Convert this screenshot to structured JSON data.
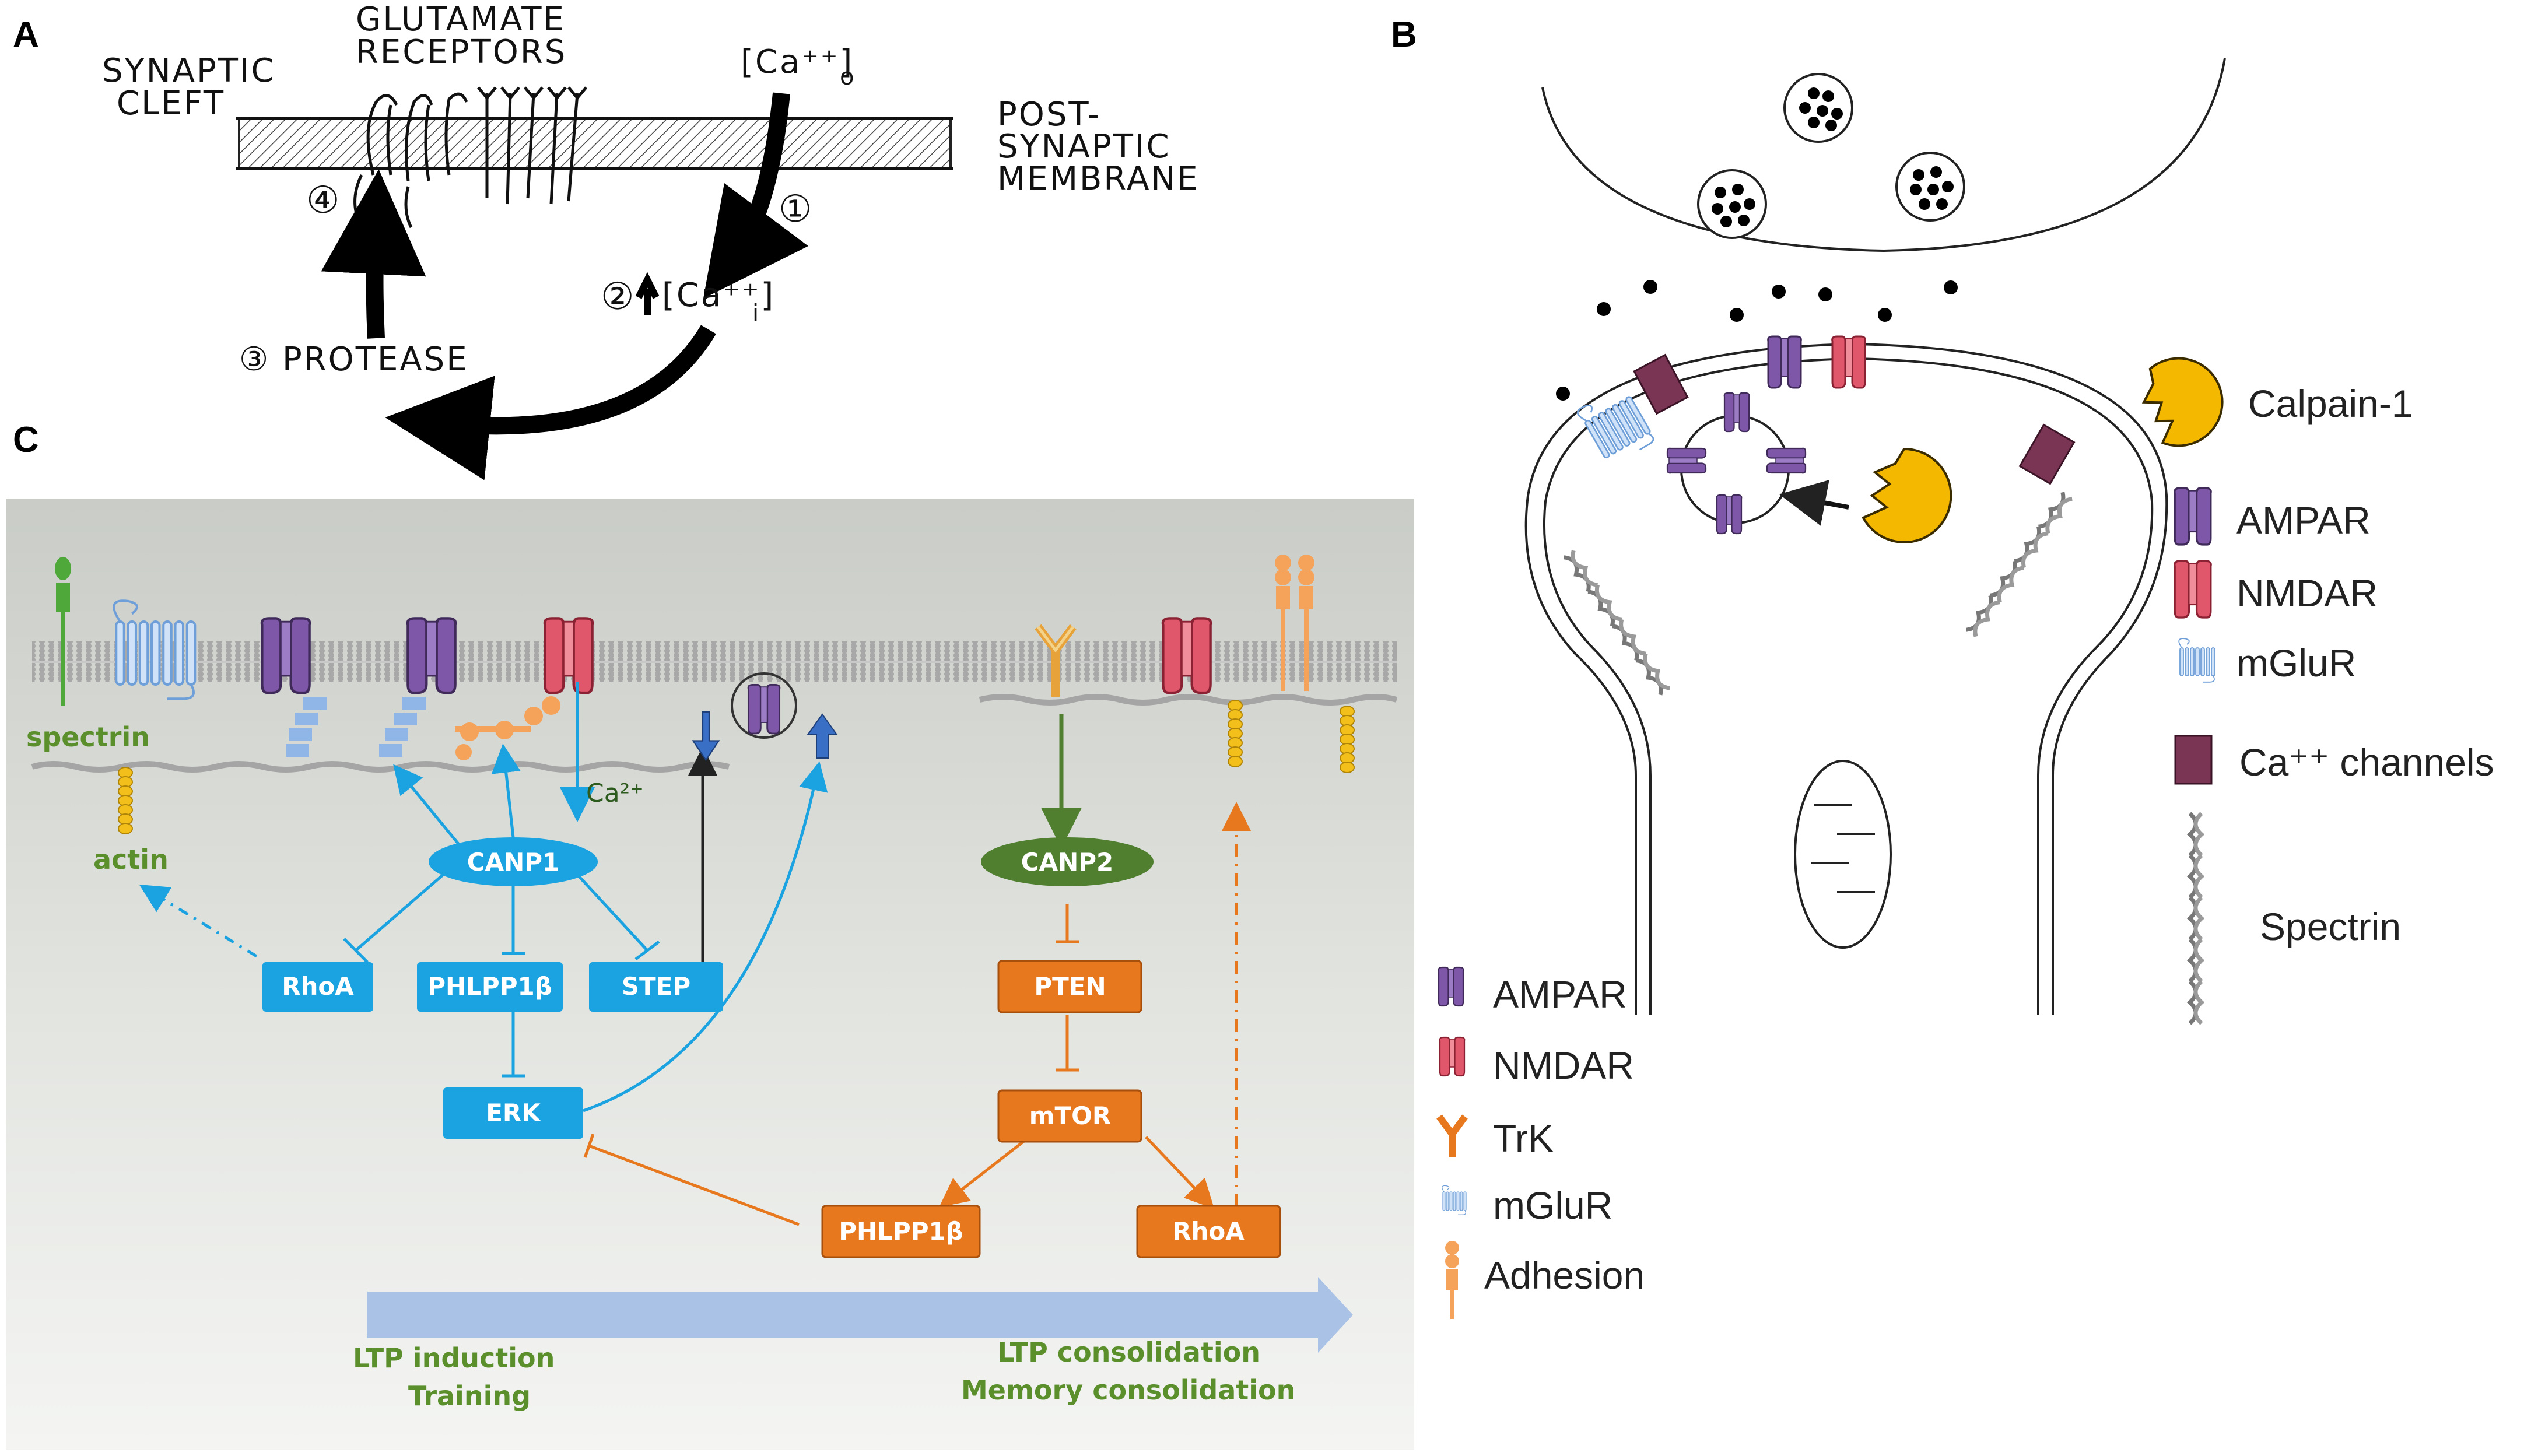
{
  "panels": {
    "a": "A",
    "b": "B",
    "c": "C"
  },
  "panel_a": {
    "glutamate_receptors": [
      "GLUTAMATE",
      "RECEPTORS"
    ],
    "synaptic_cleft": [
      "SYNAPTIC",
      "CLEFT"
    ],
    "ca_out": "[Ca⁺⁺]",
    "ca_out_sub": "o",
    "post_synaptic_membrane": [
      "POST-",
      "SYNAPTIC",
      "MEMBRANE"
    ],
    "step1": "①",
    "step2": "②",
    "ca_in": "[Ca⁺⁺]",
    "ca_in_sub": "i",
    "step3": "③ PROTEASE",
    "step4": "④"
  },
  "panel_b": {
    "legend": [
      "Calpain-1",
      "AMPAR",
      "NMDAR",
      "mGluR",
      "Ca⁺⁺ channels",
      "Spectrin"
    ]
  },
  "panel_c": {
    "spectrin": "spectrin",
    "actin": "actin",
    "ca2": "Ca²⁺",
    "canp1": "CANP1",
    "canp2": "CANP2",
    "rhoa_blue": "RhoA",
    "phlpp_blue": "PHLPP1β",
    "step": "STEP",
    "erk": "ERK",
    "pten": "PTEN",
    "mtor": "mTOR",
    "phlpp_orange": "PHLPP1β",
    "rhoa_orange": "RhoA",
    "ltp_induction": "LTP induction",
    "training": "Training",
    "ltp_consolidation": "LTP consolidation",
    "memory_consolidation": "Memory consolidation"
  },
  "legend_c": [
    "AMPAR",
    "NMDAR",
    "TrK",
    "mGluR",
    "Adhesion"
  ],
  "colors": {
    "blue": "#1aa3e0",
    "orange": "#e8781e",
    "green": "#4f7f2f",
    "purple": "#7e57a8",
    "pink": "#e0566a",
    "light_blue": "#8ab8e8",
    "gold": "#f3bf1a",
    "maroon": "#7b3554",
    "bg_c": "#e8eae6"
  }
}
